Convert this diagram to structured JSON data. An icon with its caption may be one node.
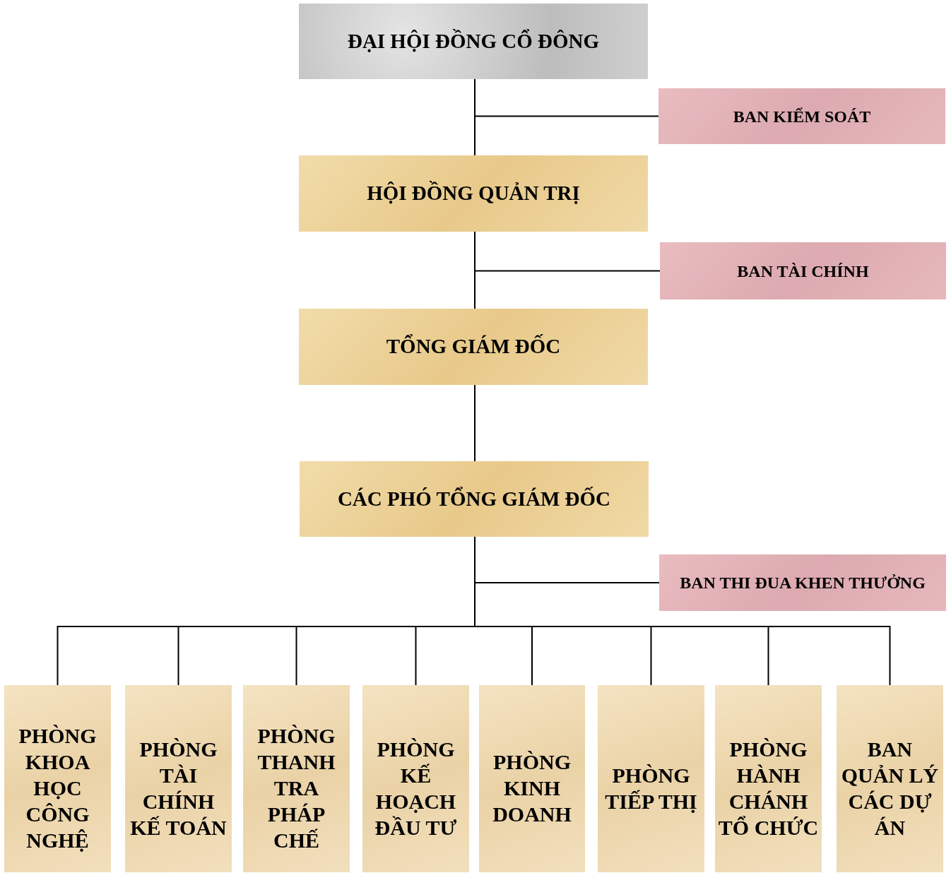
{
  "diagram": {
    "nodes": [
      {
        "text": [
          "ĐẠI HỘI ĐỒNG CỔ ĐÔNG"
        ]
      },
      {
        "text": [
          "BAN KIỂM SOÁT"
        ]
      },
      {
        "text": [
          "HỘI ĐỒNG QUẢN TRỊ"
        ]
      },
      {
        "text": [
          "BAN TÀI CHÍNH"
        ]
      },
      {
        "text": [
          "TỔNG GIÁM ĐỐC"
        ]
      },
      {
        "text": [
          "CÁC PHÓ TỔNG GIÁM ĐỐC"
        ]
      },
      {
        "text": [
          "BAN THI ĐUA KHEN THƯỞNG"
        ]
      },
      {
        "text": [
          "PHÒNG KHOA HỌC CÔNG NGHỆ"
        ]
      },
      {
        "text": [
          "PHÒNG TÀI CHÍNH KẾ TOÁN"
        ]
      },
      {
        "text": [
          "PHÒNG THANH TRA PHÁP CHẾ"
        ]
      },
      {
        "text": [
          "PHÒNG KẾ HOẠCH ĐẦU TƯ"
        ]
      },
      {
        "text": [
          "PHÒNG KINH DOANH"
        ]
      },
      {
        "text": [
          "PHÒNG TIẾP THỊ"
        ]
      },
      {
        "text": [
          "PHÒNG HÀNH CHÁNH TỔ CHỨC"
        ]
      },
      {
        "text": [
          "BAN QUẢN LÝ CÁC DỰ ÁN"
        ]
      }
    ],
    "edges": [
      {
        "from": 0,
        "to": 2,
        "arrow": "none"
      },
      {
        "from": 0,
        "to": 1,
        "arrow": "none"
      },
      {
        "from": 2,
        "to": 4,
        "arrow": "none"
      },
      {
        "from": 2,
        "to": 3,
        "arrow": "none"
      },
      {
        "from": 4,
        "to": 5,
        "arrow": "none"
      },
      {
        "from": 5,
        "to": 6,
        "arrow": "none"
      },
      {
        "from": 5,
        "to": 7,
        "arrow": "none"
      },
      {
        "from": 5,
        "to": 8,
        "arrow": "none"
      },
      {
        "from": 5,
        "to": 9,
        "arrow": "none"
      },
      {
        "from": 5,
        "to": 10,
        "arrow": "none"
      },
      {
        "from": 5,
        "to": 11,
        "arrow": "none"
      },
      {
        "from": 5,
        "to": 12,
        "arrow": "none"
      },
      {
        "from": 5,
        "to": 13,
        "arrow": "none"
      },
      {
        "from": 5,
        "to": 14,
        "arrow": "none"
      }
    ]
  }
}
